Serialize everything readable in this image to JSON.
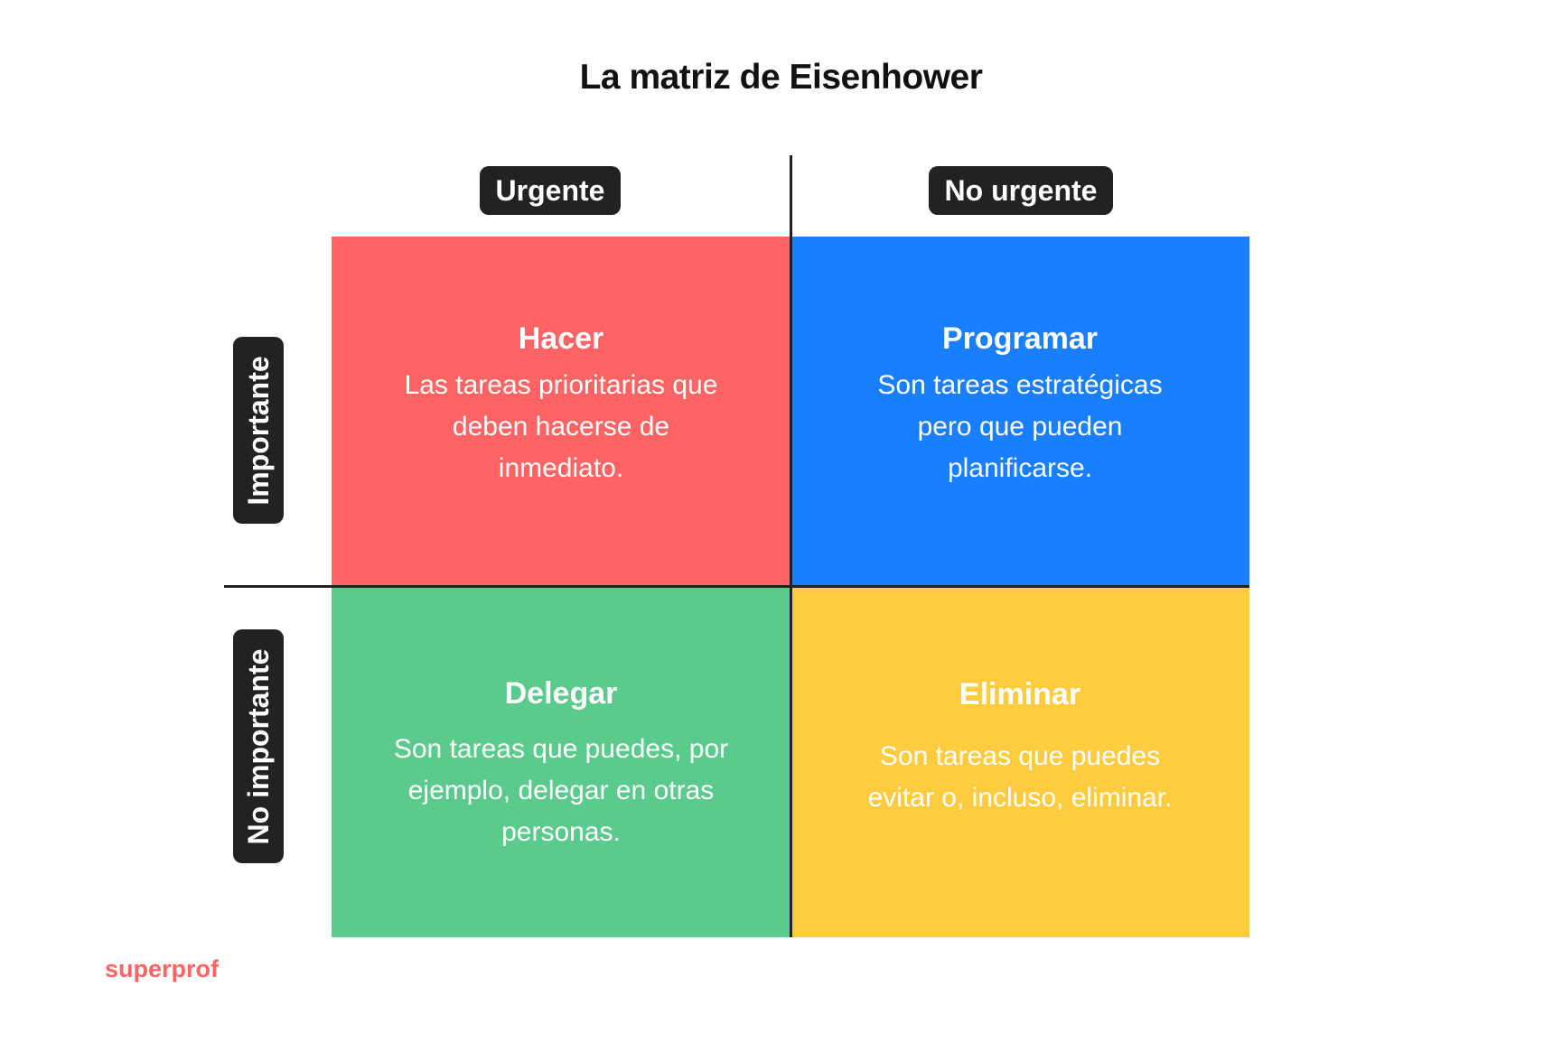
{
  "title": "La matriz de Eisenhower",
  "columns": [
    {
      "label": "Urgente"
    },
    {
      "label": "No urgente"
    }
  ],
  "rows": [
    {
      "label": "Importante"
    },
    {
      "label": "No importante"
    }
  ],
  "quadrants": [
    {
      "title": "Hacer",
      "text": "Las tareas prioritarias que\ndeben hacerse de\ninmediato.",
      "color": "#FF6464"
    },
    {
      "title": "Programar",
      "text": "Son tareas estratégicas\npero que pueden\nplanificarse.",
      "color": "#1A7FFF"
    },
    {
      "title": "Delegar",
      "text": "Son tareas que puedes, por\nejemplo, delegar en otras\npersonas.",
      "color": "#5BCB8D"
    },
    {
      "title": "Eliminar",
      "text": "Son tareas que puedes\nevitar o, incluso, eliminar.",
      "color": "#FFCC40"
    }
  ],
  "brand": {
    "name": "superprof",
    "color": "#FF6464"
  },
  "line_color": "#222222"
}
